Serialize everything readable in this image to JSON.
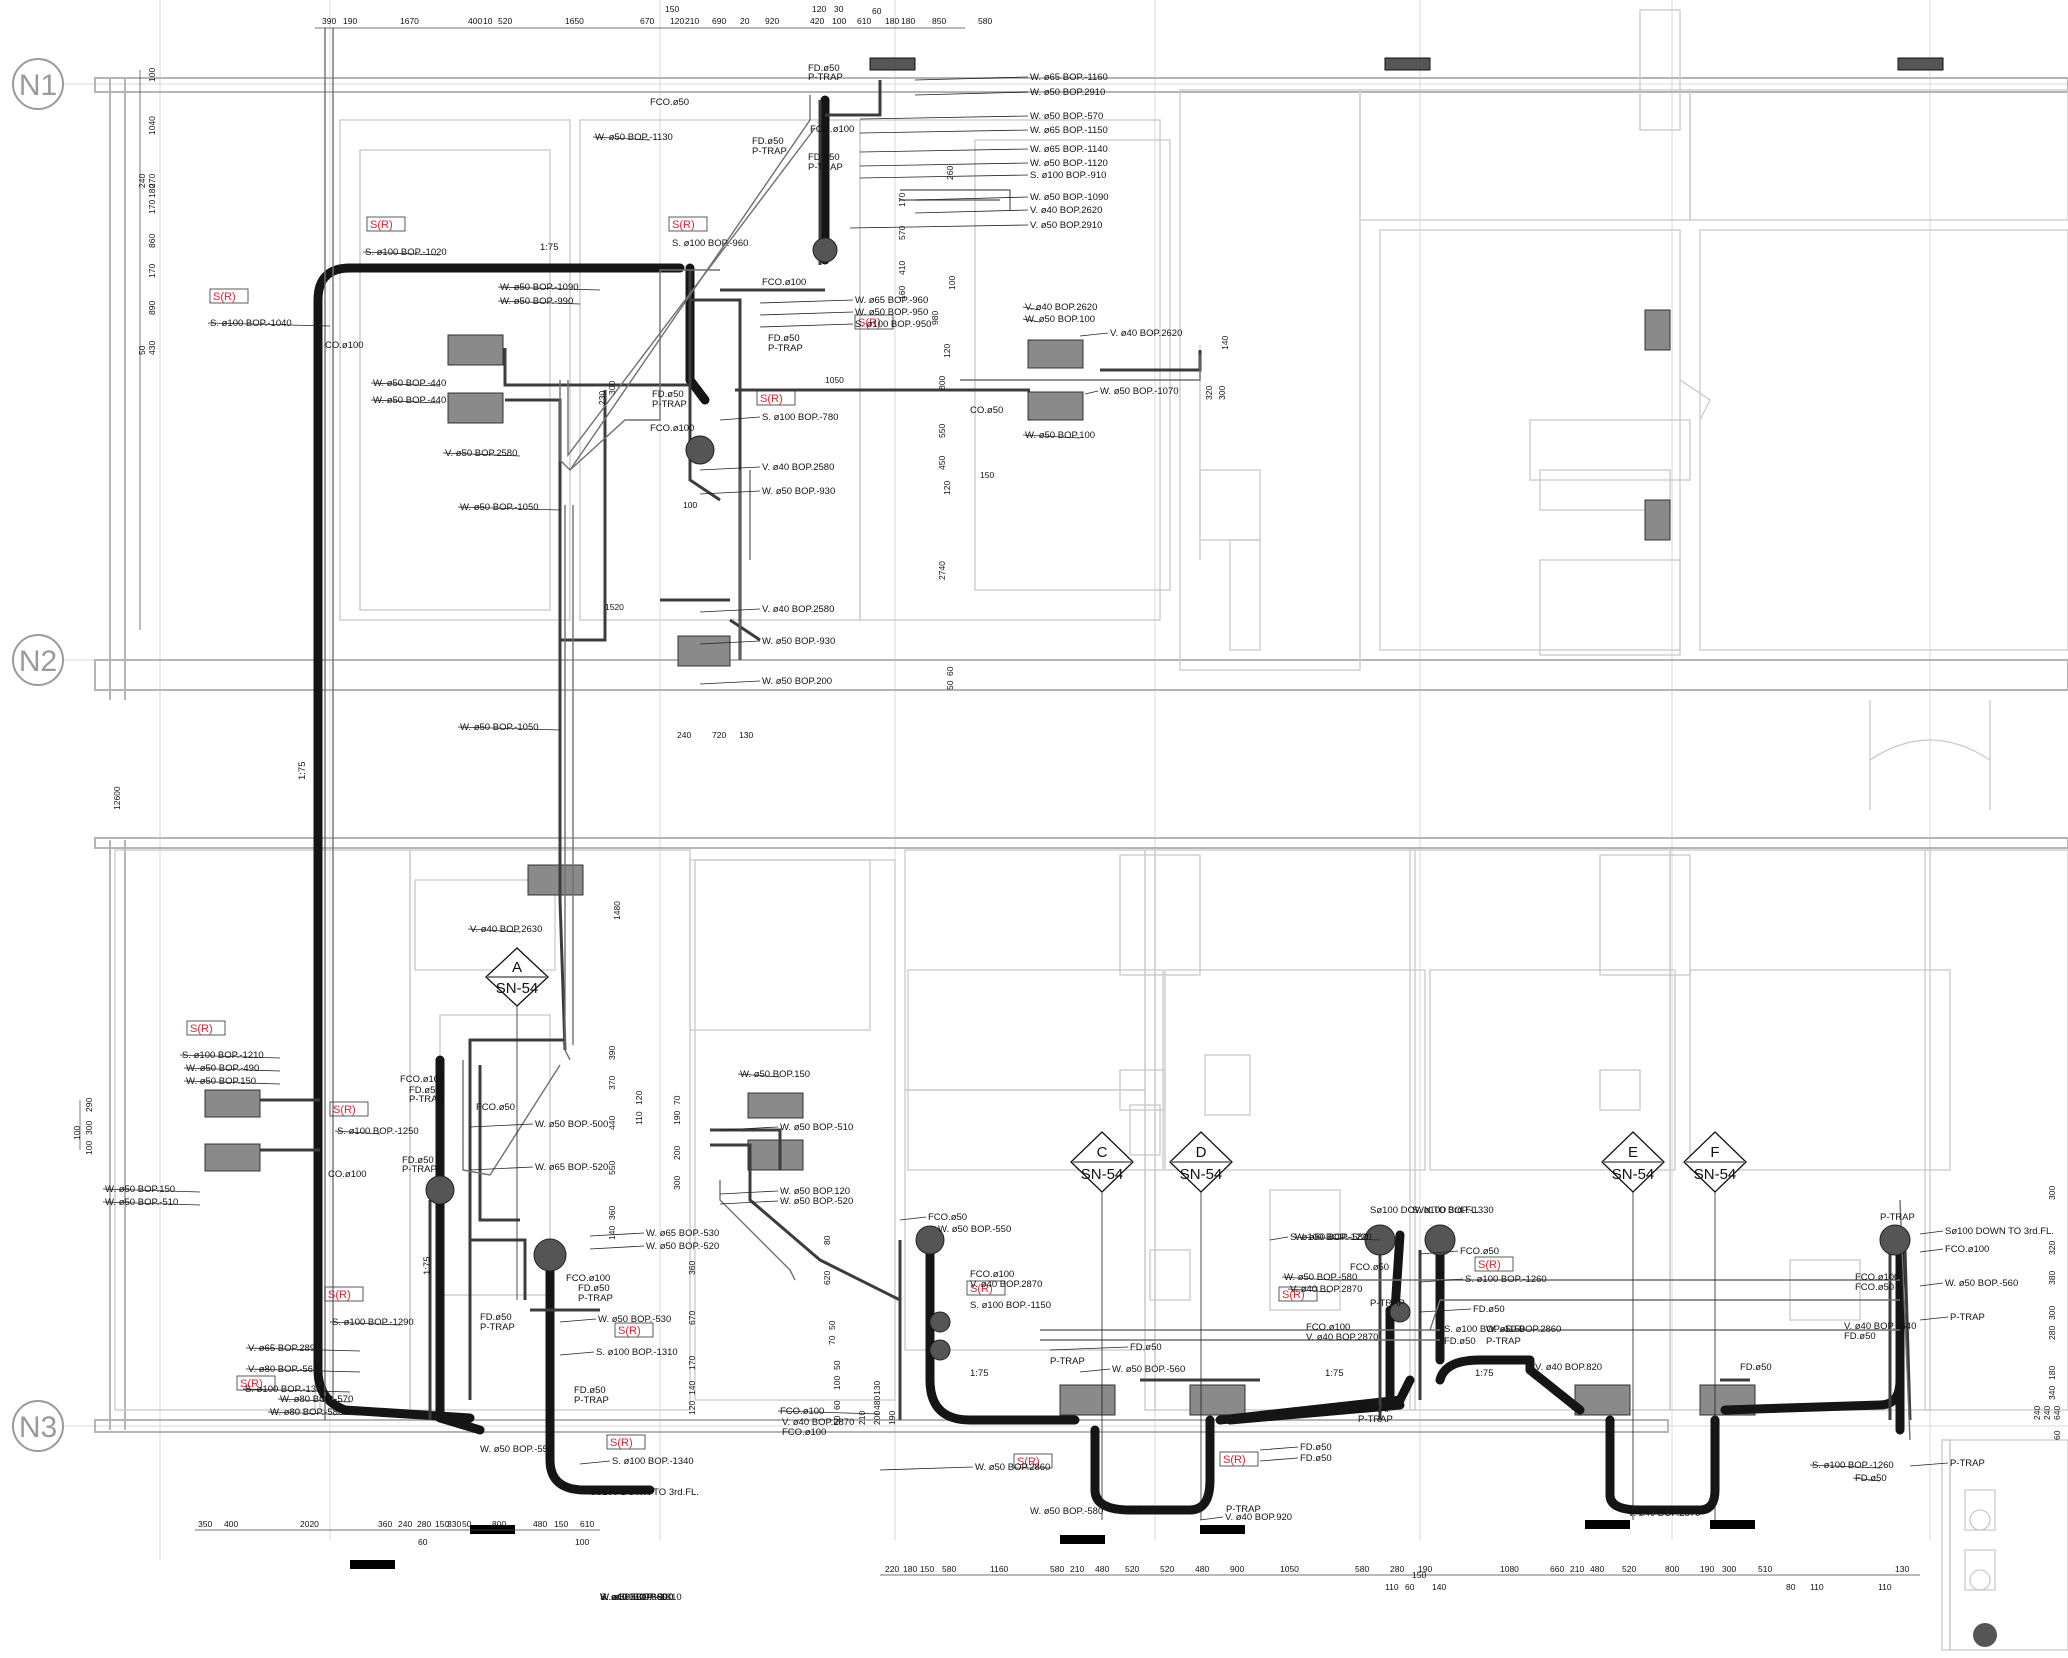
{
  "grid_labels": [
    "N1",
    "N2",
    "N3"
  ],
  "slopes": [
    "1:75",
    "1:75",
    "1:75",
    "1:75",
    "1:75",
    "1:75"
  ],
  "section_markers": [
    {
      "letter": "A",
      "ref": "SN-54"
    },
    {
      "letter": "C",
      "ref": "SN-54"
    },
    {
      "letter": "D",
      "ref": "SN-54"
    },
    {
      "letter": "E",
      "ref": "SN-54"
    },
    {
      "letter": "F",
      "ref": "SN-54"
    }
  ],
  "sr_tags": [
    "S(R)",
    "S(R)",
    "S(R)",
    "S(R)",
    "S(R)",
    "S(R)",
    "S(R)",
    "S(R)",
    "S(R)",
    "S(R)",
    "S(R)",
    "S(R)",
    "S(R)",
    "S(R)",
    "S(R)",
    "S(R)"
  ],
  "labels": [
    "W. ø65 BOP.-1160",
    "W. ø50 BOP.2910",
    "W. ø50 BOP.-570",
    "W. ø65 BOP.-1150",
    "W. ø65 BOP.-1140",
    "W. ø50 BOP.-1120",
    "S. ø100 BOP.-910",
    "W. ø50 BOP.-1090",
    "V. ø40 BOP.2620",
    "V. ø50 BOP.2910",
    "FD.ø50",
    "P-TRAP",
    "FCO.ø50",
    "W. ø50 BOP.-1130",
    "FD.ø50",
    "P-TRAP",
    "FCO.ø100",
    "FD.ø50",
    "P-TRAP",
    "S. ø100 BOP.-1020",
    "S. ø100 BOP.-960",
    "FCO.ø100",
    "S. ø100 BOP.-1040",
    "W. ø50 BOP.-1090",
    "W. ø50 BOP.-990",
    "CO.ø100",
    "W. ø65 BOP.-960",
    "W. ø50 BOP.-950",
    "S. ø100 BOP.-950",
    "FD.ø50",
    "P-TRAP",
    "V. ø40 BOP.2620",
    "W. ø50 BOP.100",
    "V. ø40 BOP.2620",
    "W. ø50 BOP.-440",
    "W. ø50 BOP.-440",
    "FD.ø50",
    "P-TRAP",
    "FCO.ø100",
    "S. ø100 BOP.-780",
    "W. ø50 BOP.-1070",
    "CO.ø50",
    "W. ø50 BOP.100",
    "V. ø50 BOP.2580",
    "V. ø40 BOP.2580",
    "W. ø50 BOP.-930",
    "W. ø50 BOP.-1050",
    "V. ø40 BOP.2580",
    "W. ø50 BOP.-930",
    "W. ø50 BOP.200",
    "W. ø50 BOP.-1050",
    "V. ø40 BOP.2630",
    "S. ø100 BOP.-1210",
    "W. ø50 BOP.-490",
    "W. ø50 BOP.150",
    "FCO.ø100",
    "FD.ø50",
    "P-TRAP",
    "FCO.ø50",
    "S. ø100 BOP.-1250",
    "W. ø50 BOP.-500",
    "FD.ø50",
    "P-TRAP",
    "W. ø65 BOP.-520",
    "CO.ø100",
    "W. ø50 BOP.150",
    "W. ø50 BOP.-510",
    "W. ø65 BOP.-530",
    "W. ø50 BOP.-520",
    "FCO.ø100",
    "FD.ø50",
    "P-TRAP",
    "W. ø50 BOP.-530",
    "S. ø100 BOP.-1290",
    "V. ø65 BOP.2890",
    "V. ø80 BOP.-560",
    "S. ø100 BOP.-1300",
    "W. ø80 BOP.-570",
    "W. ø80 BOP.-580",
    "FD.ø50",
    "P-TRAP",
    "S. ø100 BOP.-1310",
    "FD.ø50",
    "P-TRAP",
    "W. ø50 BOP.-550",
    "S. ø100 BOP.-1340",
    "Sø100 DOWN TO 3rd.FL.",
    "W. ø50 BOP.150",
    "W. ø50 BOP.-510",
    "W. ø50 BOP.120",
    "W. ø50 BOP.-520",
    "FCO.ø50",
    "W. ø50 BOP.-550",
    "FCO.ø100",
    "V. ø40 BOP.2870",
    "S. ø100 BOP.-1150",
    "FD.ø50",
    "P-TRAP",
    "W. ø50 BOP.-560",
    "FCO.ø100",
    "V. ø40 BOP.2870",
    "FCO.ø100",
    "W. ø50 BOP.2860",
    "W. ø50 BOP.-580",
    "FD.ø50",
    "P-TRAP",
    "V. ø40 BOP.920",
    "S. ø100 BOP.-1220",
    "Sø100 DOWN TO 3rd.FL.",
    "S. ø100 BOP.-1330",
    "W. ø50 BOP.-580",
    "FCO.ø50",
    "FCO.ø50",
    "W. ø50 BOP.-580",
    "V. ø40 BOP.2870",
    "FCO.ø100",
    "V. ø40 BOP.2870",
    "S. ø100 BOP.-1260",
    "FD.ø50",
    "P-TRAP",
    "S. ø100 BOP.-1150",
    "W. ø50 BOP.2860",
    "FD.ø50",
    "P-TRAP",
    "FD.ø50",
    "FD.ø50",
    "P-TRAP",
    "P-TRAP",
    "V. ø40 BOP.2870",
    "V. ø40 BOP.820",
    "FD.ø50",
    "P-TRAP",
    "Sø100 DOWN TO 3rd.FL.",
    "FCO.ø100",
    "FCO.ø100",
    "FCO.ø50",
    "W. ø50 BOP.-560",
    "V. ø40 BOP.2640",
    "FD.ø50",
    "P-TRAP",
    "S. ø100 BOP.-1260",
    "FD.ø50",
    "P-TRAP",
    "W. ø50 BOP.-300",
    "S. ø100 BOP.-1310",
    "V. ø40 BOP.860",
    "W. ø50 BOP.-590"
  ],
  "dimensions_top": [
    "390",
    "190",
    "1670",
    "400",
    "10",
    "520",
    "1650",
    "670",
    "150",
    "120",
    "210",
    "690",
    "20",
    "920",
    "120",
    "30",
    "420",
    "100",
    "60",
    "610",
    "180",
    "180",
    "850",
    "580"
  ],
  "dimensions_left": [
    "100",
    "1040",
    "240",
    "270",
    "180",
    "170",
    "860",
    "170",
    "890",
    "50",
    "430",
    "12600",
    "290",
    "300",
    "100",
    "100"
  ],
  "dimensions_bottom_left": [
    "350",
    "400",
    "2020",
    "360",
    "240",
    "280",
    "150",
    "330",
    "50",
    "800",
    "480",
    "150",
    "610",
    "60",
    "100"
  ],
  "dimensions_bottom_right": [
    "220",
    "180",
    "150",
    "580",
    "1160",
    "580",
    "210",
    "480",
    "520",
    "520",
    "480",
    "900",
    "1050",
    "580",
    "280",
    "190",
    "110",
    "60",
    "150",
    "140",
    "1080",
    "660",
    "210",
    "480",
    "520",
    "800",
    "190",
    "300",
    "510",
    "80",
    "110",
    "110",
    "130"
  ],
  "dimensions_misc": [
    "1050",
    "120",
    "800",
    "550",
    "450",
    "120",
    "2740",
    "150",
    "1520",
    "100",
    "240",
    "720",
    "130",
    "60",
    "50",
    "260",
    "170",
    "570",
    "410",
    "160",
    "100",
    "980",
    "230",
    "300",
    "320",
    "140",
    "300",
    "1480",
    "390",
    "370",
    "440",
    "550",
    "360",
    "140",
    "120",
    "110",
    "70",
    "190",
    "200",
    "300",
    "80",
    "620",
    "360",
    "670",
    "170",
    "140",
    "120",
    "50",
    "70",
    "50",
    "100",
    "60",
    "50",
    "210",
    "200",
    "190",
    "480",
    "130",
    "300",
    "320",
    "380",
    "300",
    "280",
    "180",
    "340",
    "240",
    "240",
    "640",
    "60"
  ]
}
